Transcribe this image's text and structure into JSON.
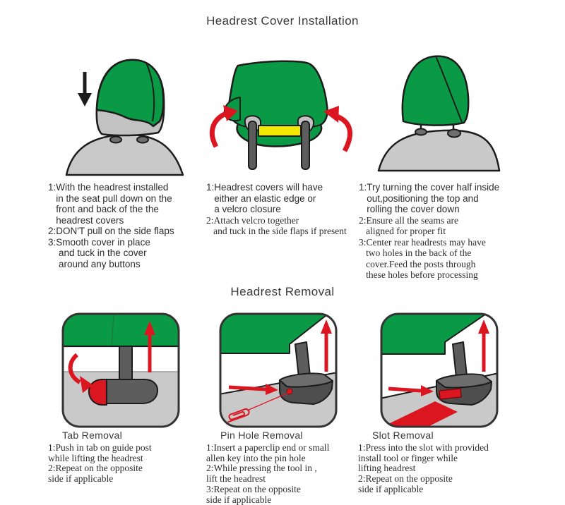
{
  "colors": {
    "green": "#0a9a45",
    "seatgray": "#c9c9c9",
    "headrestgray": "#c2c2c2",
    "postgray": "#5d5d5d",
    "boxtop": "#6d6d6d",
    "boxfront": "#4e4e4e",
    "grommet": "#6e6e6e",
    "red": "#dc1620",
    "yellow": "#f2e800",
    "ink": "#1c1c1c"
  },
  "installation": {
    "title": "Headrest Cover Installation",
    "steps": [
      {
        "illustration": "pull-cover-down-over-headrest",
        "sans_lines": [
          "1:With the headrest installed",
          "   in the seat pull down on the",
          "   front and back of the the",
          "   headrest covers",
          "2:DON'T pull on the side flaps",
          "3:Smooth cover in place",
          "    and tuck in the cover",
          "    around any buttons"
        ],
        "serif_lines": []
      },
      {
        "illustration": "cover-underside-velcro-closure",
        "sans_lines": [
          "1:Headrest covers will have",
          "   either an elastic edge or",
          "   a velcro closure"
        ],
        "serif_lines": [
          "2:Attach velcro together",
          "   and tuck in the side flaps if present"
        ]
      },
      {
        "illustration": "finished-covered-headrest",
        "sans_lines": [
          "1:Try turning the cover half inside",
          "   out,positioning the top and",
          "   rolling the cover down"
        ],
        "serif_lines": [
          "2:Ensure all the seams are",
          "   aligned for proper fit",
          "3:Center rear headrests may have",
          "   two holes in the back of the",
          "   cover.Feed the posts through",
          "   these holes before processing"
        ]
      }
    ]
  },
  "removal": {
    "title": "Headrest Removal",
    "methods": [
      {
        "name": "Tab Removal",
        "illustration": "push-tab-on-guide-post",
        "lines": [
          "1:Push in tab on guide post",
          "   while lifting the headrest",
          "2:Repeat on the opposite",
          "   side if applicable"
        ]
      },
      {
        "name": "Pin Hole Removal",
        "illustration": "paperclip-into-pin-hole",
        "lines": [
          "1:Insert a paperclip end or small",
          "   allen key into the pin hole",
          "2:While pressing the tool in ,",
          "   lift the headrest",
          "3:Repeat on the opposite",
          "   side if applicable"
        ]
      },
      {
        "name": "Slot Removal",
        "illustration": "press-tool-into-slot",
        "lines": [
          "1:Press into the slot with provided",
          "   install tool or finger while",
          "   lifting headrest",
          "2:Repeat on the opposite",
          "   side if applicable"
        ]
      }
    ]
  }
}
